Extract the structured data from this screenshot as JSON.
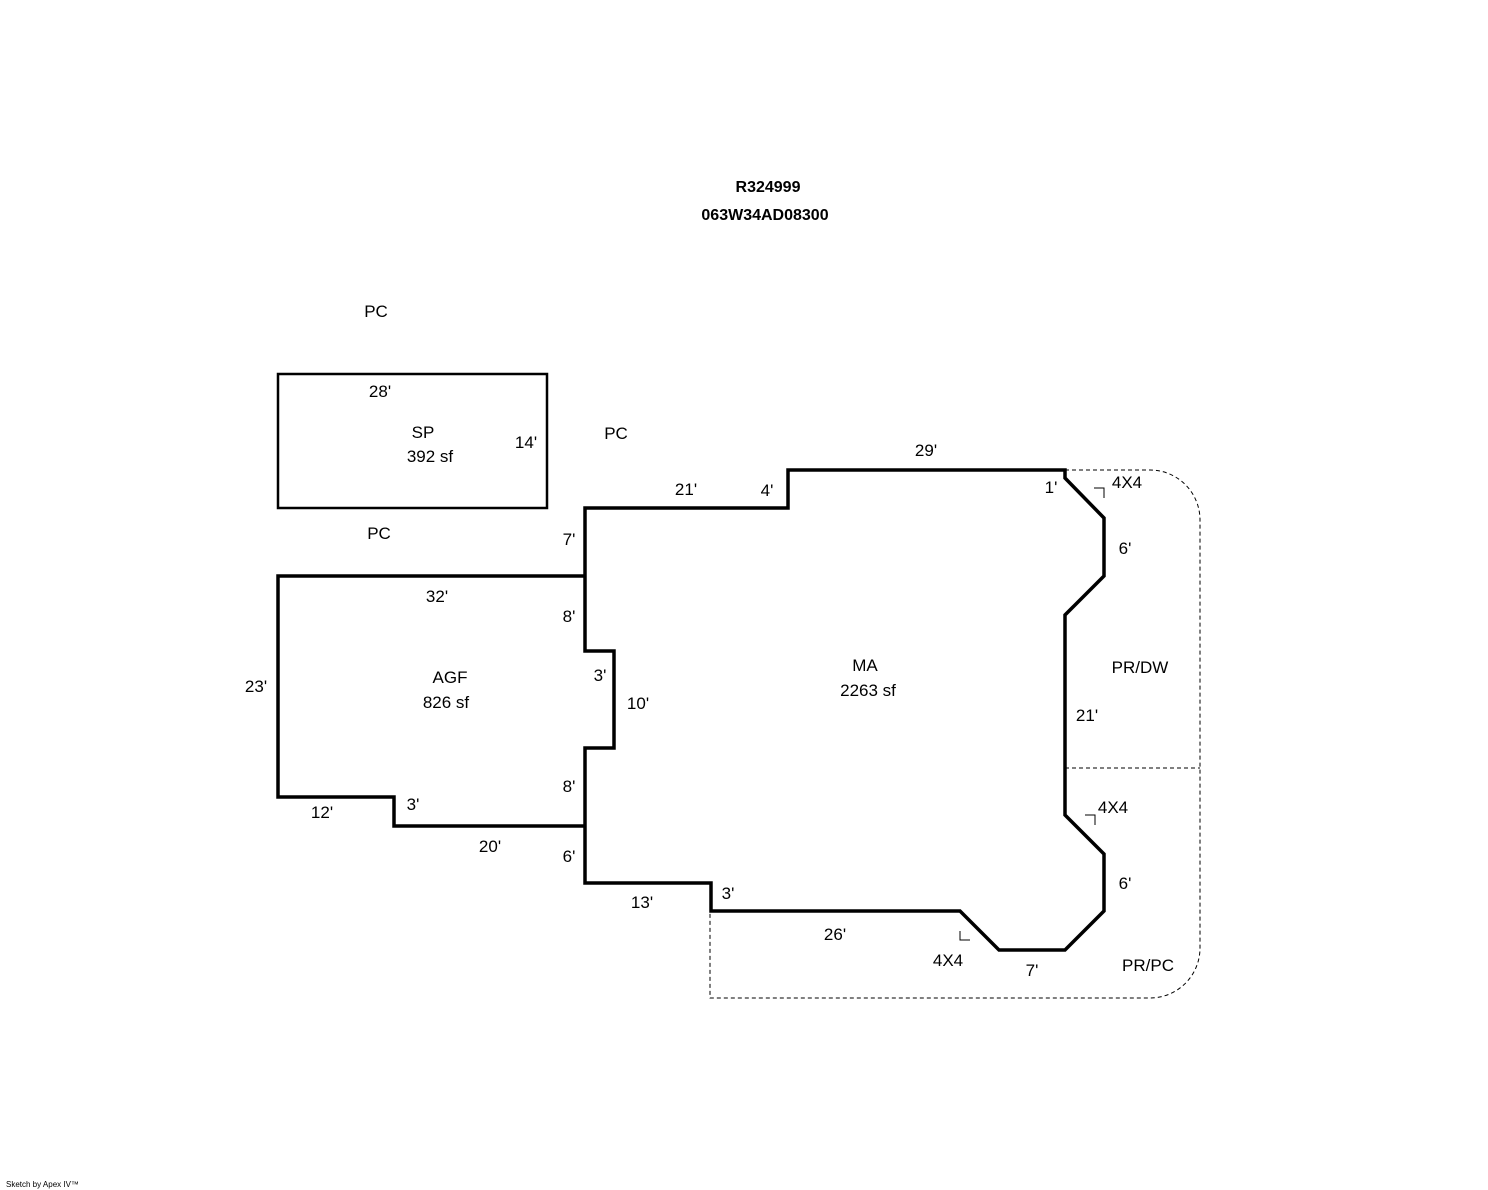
{
  "header": {
    "parcel_id": "R324999",
    "map_number": "063W34AD08300"
  },
  "areas": {
    "sp": {
      "code": "SP",
      "area": "392 sf"
    },
    "agf": {
      "code": "AGF",
      "area": "826 sf"
    },
    "ma": {
      "code": "MA",
      "area": "2263 sf"
    }
  },
  "labels": {
    "pc_top": "PC",
    "pc_right": "PC",
    "pc_bottom": "PC",
    "pr_dw": "PR/DW",
    "pr_pc": "PR/PC",
    "post_1": "4X4",
    "post_2": "4X4",
    "post_3": "4X4"
  },
  "dimensions": {
    "sp_top": "28'",
    "sp_right": "14'",
    "agf_top": "32'",
    "agf_left": "23'",
    "agf_bottom_left": "12'",
    "agf_step": "3'",
    "agf_bottom": "20'",
    "ma_7": "7'",
    "ma_21_top": "21'",
    "ma_4": "4'",
    "ma_29": "29'",
    "ma_1": "1'",
    "ma_6_top": "6'",
    "ma_21_right": "21'",
    "ma_6_bottom": "6'",
    "ma_7_bottom": "7'",
    "ma_26": "26'",
    "ma_3_bottom": "3'",
    "ma_13": "13'",
    "ma_6_left": "6'",
    "ma_8_top": "8'",
    "ma_3_notch": "3'",
    "ma_10": "10'",
    "ma_8_bottom": "8'"
  },
  "footer": {
    "credit": "Sketch by Apex IV™"
  }
}
